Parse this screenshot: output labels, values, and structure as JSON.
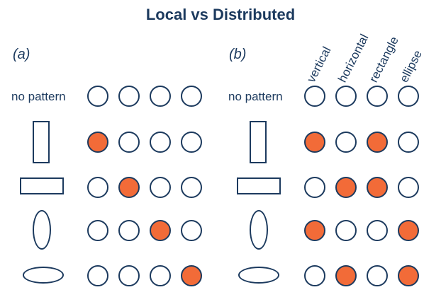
{
  "title": "Local vs Distributed",
  "panels": [
    {
      "label": "(a)",
      "row_label": "no pattern",
      "rows": [
        {
          "shape": "none",
          "active": [
            0,
            0,
            0,
            0
          ]
        },
        {
          "shape": "vertical",
          "active": [
            1,
            0,
            0,
            0
          ]
        },
        {
          "shape": "horizontal",
          "active": [
            0,
            1,
            0,
            0
          ]
        },
        {
          "shape": "ellipse-vertical",
          "active": [
            0,
            0,
            1,
            0
          ]
        },
        {
          "shape": "ellipse-horizontal",
          "active": [
            0,
            0,
            0,
            1
          ]
        }
      ]
    },
    {
      "label": "(b)",
      "row_label": "no pattern",
      "column_labels": [
        "vertical",
        "horizontal",
        "rectangle",
        "ellipse"
      ],
      "rows": [
        {
          "shape": "none",
          "active": [
            0,
            0,
            0,
            0
          ]
        },
        {
          "shape": "vertical",
          "active": [
            1,
            0,
            1,
            0
          ]
        },
        {
          "shape": "horizontal",
          "active": [
            0,
            1,
            1,
            0
          ]
        },
        {
          "shape": "ellipse-vertical",
          "active": [
            1,
            0,
            0,
            1
          ]
        },
        {
          "shape": "ellipse-horizontal",
          "active": [
            0,
            1,
            0,
            1
          ]
        }
      ]
    }
  ],
  "colors": {
    "active": "#f26b38",
    "stroke": "#1c3a5e"
  }
}
